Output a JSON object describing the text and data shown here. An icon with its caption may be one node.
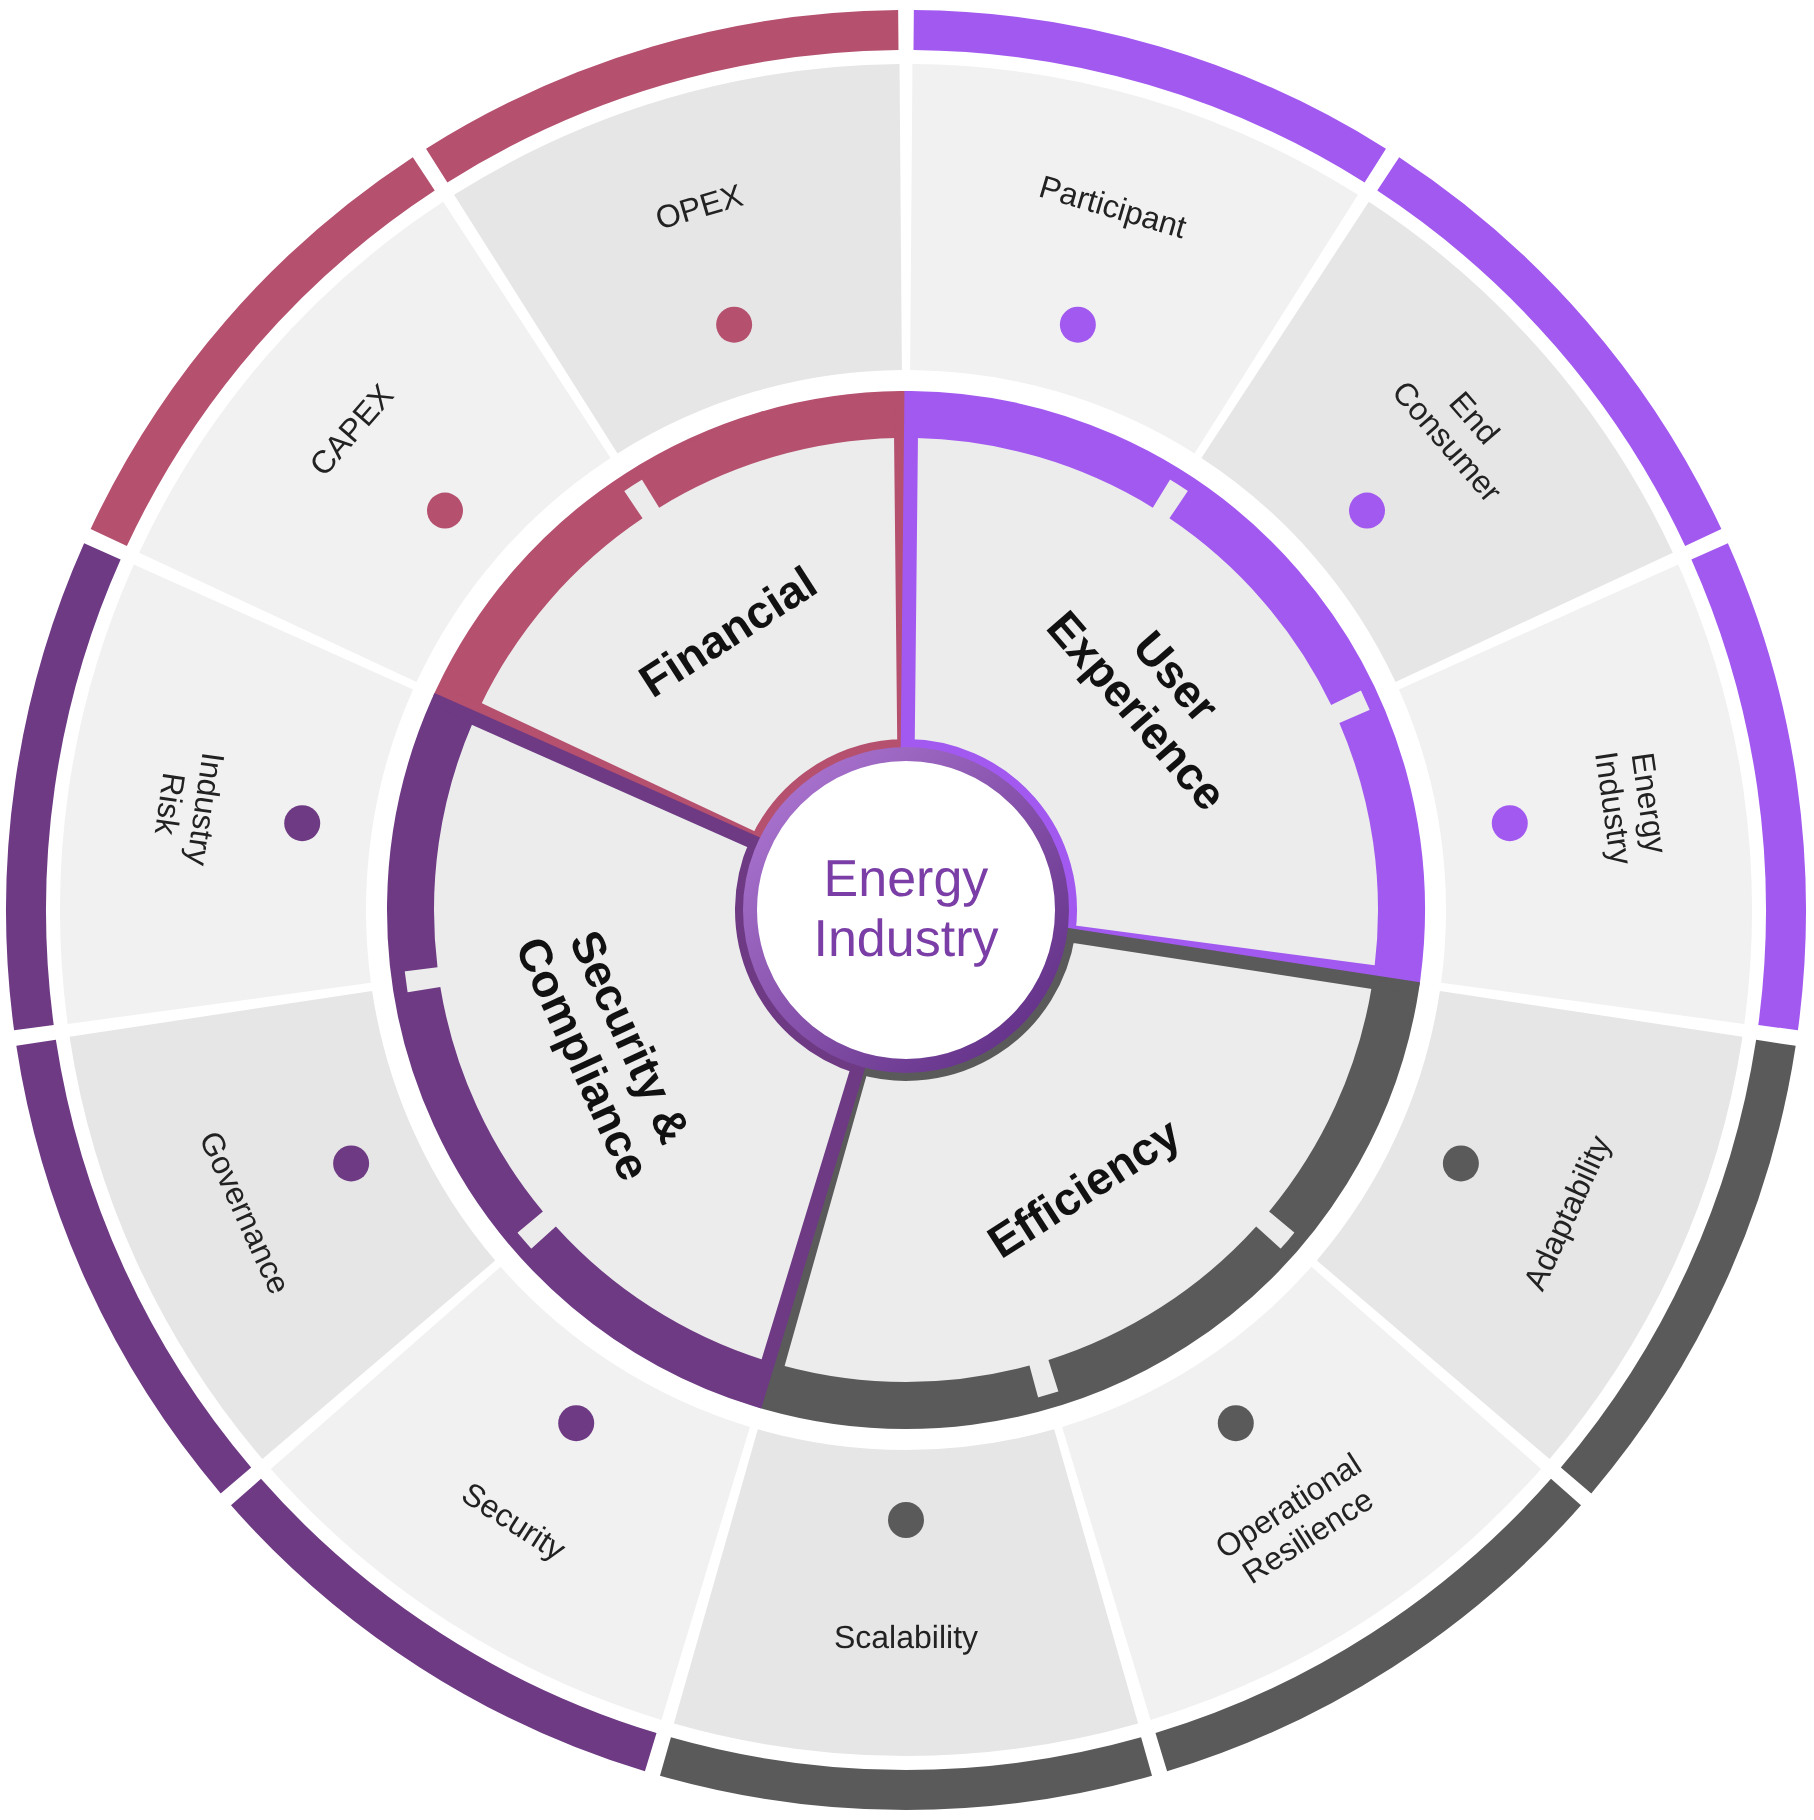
{
  "diagram": {
    "nodes": [
      {
        "text": [
          "Energy Industry"
        ]
      },
      {
        "text": [
          "Financial"
        ]
      },
      {
        "text": [
          "User Experience"
        ]
      },
      {
        "text": [
          "Efficiency"
        ]
      },
      {
        "text": [
          "Security & Compliance"
        ]
      },
      {
        "text": [
          "CAPEX"
        ]
      },
      {
        "text": [
          "OPEX"
        ]
      },
      {
        "text": [
          "Participant"
        ]
      },
      {
        "text": [
          "End Consumer"
        ]
      },
      {
        "text": [
          "Energy Industry"
        ]
      },
      {
        "text": [
          "Adaptability"
        ]
      },
      {
        "text": [
          "Operational Resilience"
        ]
      },
      {
        "text": [
          "Scalability"
        ]
      },
      {
        "text": [
          "Security"
        ]
      },
      {
        "text": [
          "Governance"
        ]
      },
      {
        "text": [
          "Industry Risk"
        ]
      }
    ]
  }
}
